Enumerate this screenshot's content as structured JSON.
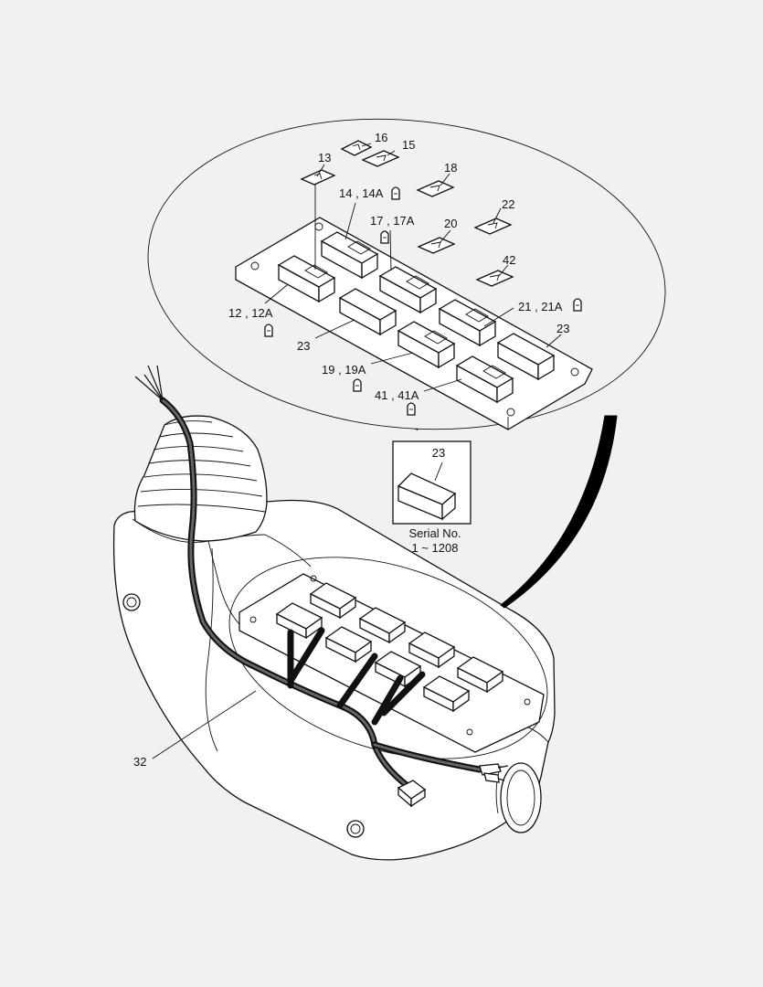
{
  "labels": {
    "l13": "13",
    "l16": "16",
    "l15": "15",
    "l18": "18",
    "l14": "14 , 14A",
    "l22": "22",
    "l17": "17 , 17A",
    "l20": "20",
    "l42": "42",
    "l12": "12 , 12A",
    "l21": "21 , 21A",
    "l23a": "23",
    "l23b": "23",
    "l19": "19 , 19A",
    "l41": "41 , 41A",
    "l32": "32"
  },
  "inset": {
    "part": "23",
    "serial_title": "Serial No.",
    "serial_range": "1 ~ 1208"
  },
  "colors": {
    "background": "#f1f1f1",
    "line": "#111111",
    "fill": "#ffffff"
  }
}
